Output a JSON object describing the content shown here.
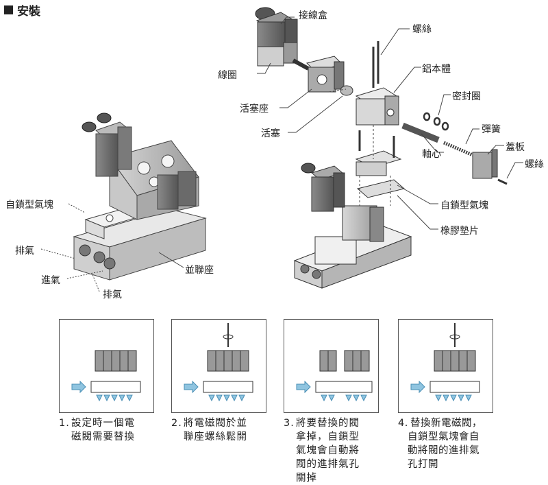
{
  "header": {
    "title": "安裝"
  },
  "labels": {
    "junction_box": "接線盒",
    "screw_top": "螺絲",
    "aluminum_body": "鋁本體",
    "coil": "線圈",
    "seal_ring": "密封圈",
    "piston_seat": "活塞座",
    "spring": "彈簧",
    "piston": "活塞",
    "cover_plate": "蓋板",
    "screw_right": "螺絲",
    "spool": "軸心",
    "self_lock_left": "自鎖型氣塊",
    "exhaust_1": "排氣",
    "intake": "進氣",
    "manifold": "並聯座",
    "exhaust_2": "排氣",
    "self_lock_right": "自鎖型氣塊",
    "rubber_gasket": "橡膠墊片"
  },
  "steps": [
    {
      "num": "1.",
      "lines": [
        "設定時一個電",
        "磁閥需要替換"
      ]
    },
    {
      "num": "2.",
      "lines": [
        "將電磁閥於並",
        "聯座螺絲鬆開"
      ]
    },
    {
      "num": "3.",
      "lines": [
        "將要替換的閥",
        "拿掉，自鎖型",
        "氣塊會自動將",
        "閥的進排氣孔",
        "關掉"
      ]
    },
    {
      "num": "4.",
      "lines": [
        "替換新電磁閥，",
        "自鎖型氣塊會自",
        "動將閥的進排氣",
        "孔打開"
      ]
    }
  ],
  "colors": {
    "body_gray": "#b5b5b5",
    "dark_gray": "#6e6e6e",
    "arrow_blue": "#8fc4e0"
  }
}
